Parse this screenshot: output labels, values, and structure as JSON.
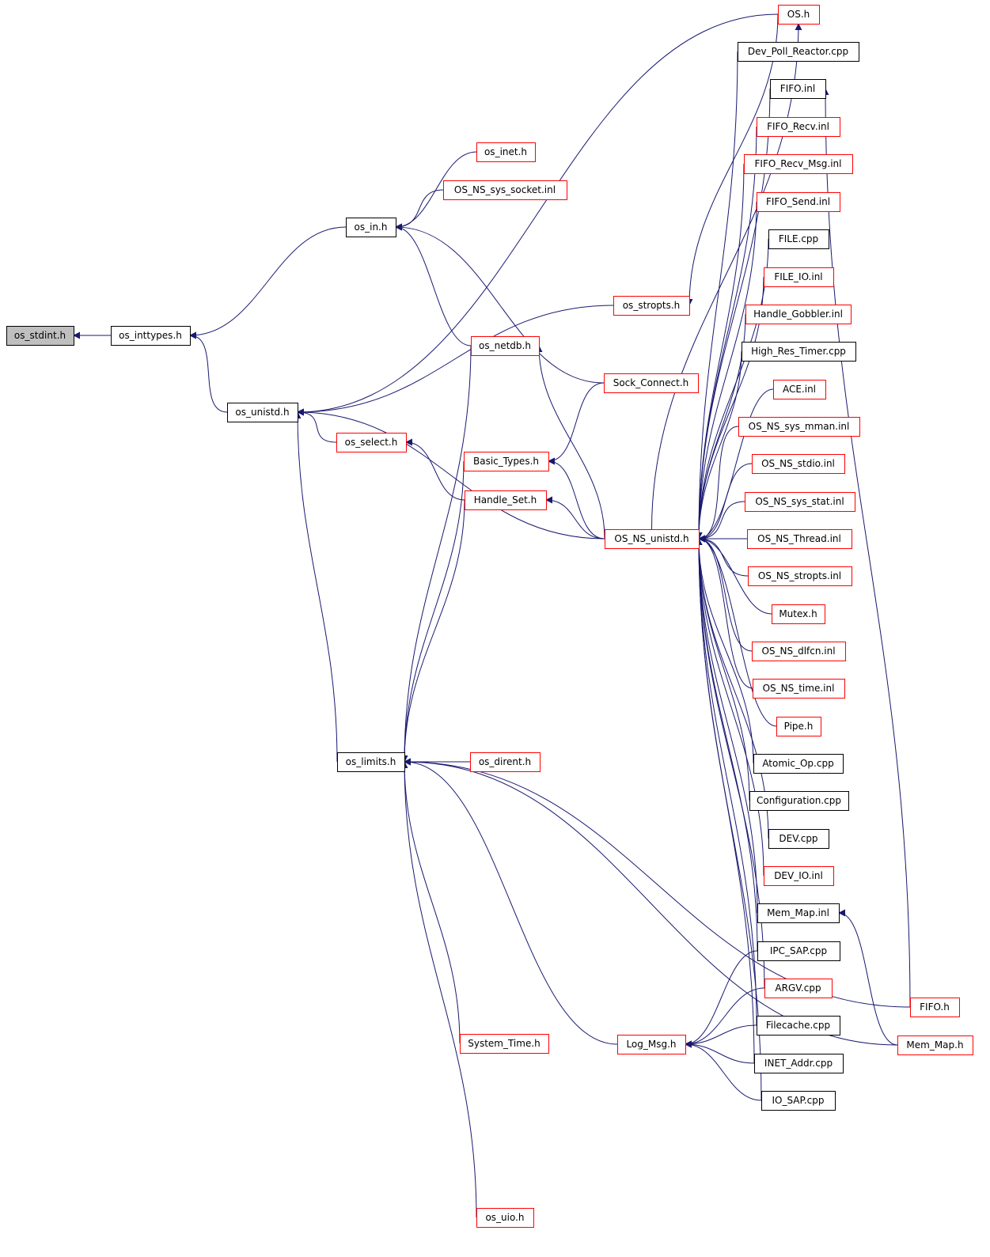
{
  "colors": {
    "edge": "#191970",
    "border_default": "#ff0000",
    "border_documented": "#000000",
    "root_fill": "#bfbfbf",
    "fill": "#ffffff"
  },
  "nodes": [
    {
      "id": "os_stdint_h",
      "label": "os_stdint.h",
      "style": "root"
    },
    {
      "id": "os_inttypes_h",
      "label": "os_inttypes.h",
      "style": "black"
    },
    {
      "id": "os_in_h",
      "label": "os_in.h",
      "style": "black"
    },
    {
      "id": "os_unistd_h",
      "label": "os_unistd.h",
      "style": "black"
    },
    {
      "id": "os_limits_h",
      "label": "os_limits.h",
      "style": "black"
    },
    {
      "id": "os_inet_h",
      "label": "os_inet.h",
      "style": "red"
    },
    {
      "id": "os_ns_sys_socket_inl",
      "label": "OS_NS_sys_socket.inl",
      "style": "red"
    },
    {
      "id": "os_netdb_h",
      "label": "os_netdb.h",
      "style": "red"
    },
    {
      "id": "os_select_h",
      "label": "os_select.h",
      "style": "red"
    },
    {
      "id": "basic_types_h",
      "label": "Basic_Types.h",
      "style": "red"
    },
    {
      "id": "handle_set_h",
      "label": "Handle_Set.h",
      "style": "red"
    },
    {
      "id": "os_dirent_h",
      "label": "os_dirent.h",
      "style": "red"
    },
    {
      "id": "system_time_h",
      "label": "System_Time.h",
      "style": "red"
    },
    {
      "id": "os_uio_h",
      "label": "os_uio.h",
      "style": "red"
    },
    {
      "id": "os_stropts_h",
      "label": "os_stropts.h",
      "style": "red"
    },
    {
      "id": "sock_connect_h",
      "label": "Sock_Connect.h",
      "style": "red"
    },
    {
      "id": "os_ns_unistd_h",
      "label": "OS_NS_unistd.h",
      "style": "red"
    },
    {
      "id": "log_msg_h",
      "label": "Log_Msg.h",
      "style": "red"
    },
    {
      "id": "os_h",
      "label": "OS.h",
      "style": "red"
    },
    {
      "id": "dev_poll_reactor_cpp",
      "label": "Dev_Poll_Reactor.cpp",
      "style": "black"
    },
    {
      "id": "fifo_inl",
      "label": "FIFO.inl",
      "style": "black"
    },
    {
      "id": "fifo_recv_inl",
      "label": "FIFO_Recv.inl",
      "style": "red"
    },
    {
      "id": "fifo_recv_msg_inl",
      "label": "FIFO_Recv_Msg.inl",
      "style": "red"
    },
    {
      "id": "fifo_send_inl",
      "label": "FIFO_Send.inl",
      "style": "red"
    },
    {
      "id": "file_cpp",
      "label": "FILE.cpp",
      "style": "black"
    },
    {
      "id": "file_io_inl",
      "label": "FILE_IO.inl",
      "style": "red"
    },
    {
      "id": "handle_gobbler_inl",
      "label": "Handle_Gobbler.inl",
      "style": "red"
    },
    {
      "id": "high_res_timer_cpp",
      "label": "High_Res_Timer.cpp",
      "style": "black"
    },
    {
      "id": "ace_inl",
      "label": "ACE.inl",
      "style": "red"
    },
    {
      "id": "os_ns_sys_mman_inl",
      "label": "OS_NS_sys_mman.inl",
      "style": "red"
    },
    {
      "id": "os_ns_stdio_inl",
      "label": "OS_NS_stdio.inl",
      "style": "red"
    },
    {
      "id": "os_ns_sys_stat_inl",
      "label": "OS_NS_sys_stat.inl",
      "style": "red"
    },
    {
      "id": "os_ns_thread_inl",
      "label": "OS_NS_Thread.inl",
      "style": "red"
    },
    {
      "id": "os_ns_stropts_inl",
      "label": "OS_NS_stropts.inl",
      "style": "red"
    },
    {
      "id": "mutex_h",
      "label": "Mutex.h",
      "style": "red"
    },
    {
      "id": "os_ns_dlfcn_inl",
      "label": "OS_NS_dlfcn.inl",
      "style": "red"
    },
    {
      "id": "os_ns_time_inl",
      "label": "OS_NS_time.inl",
      "style": "red"
    },
    {
      "id": "pipe_h",
      "label": "Pipe.h",
      "style": "red"
    },
    {
      "id": "atomic_op_cpp",
      "label": "Atomic_Op.cpp",
      "style": "black"
    },
    {
      "id": "configuration_cpp",
      "label": "Configuration.cpp",
      "style": "black"
    },
    {
      "id": "dev_cpp",
      "label": "DEV.cpp",
      "style": "black"
    },
    {
      "id": "dev_io_inl",
      "label": "DEV_IO.inl",
      "style": "red"
    },
    {
      "id": "mem_map_inl",
      "label": "Mem_Map.inl",
      "style": "black"
    },
    {
      "id": "ipc_sap_cpp",
      "label": "IPC_SAP.cpp",
      "style": "black"
    },
    {
      "id": "argv_cpp",
      "label": "ARGV.cpp",
      "style": "red"
    },
    {
      "id": "filecache_cpp",
      "label": "Filecache.cpp",
      "style": "black"
    },
    {
      "id": "inet_addr_cpp",
      "label": "INET_Addr.cpp",
      "style": "black"
    },
    {
      "id": "io_sap_cpp",
      "label": "IO_SAP.cpp",
      "style": "black"
    },
    {
      "id": "fifo_h",
      "label": "FIFO.h",
      "style": "red"
    },
    {
      "id": "mem_map_h",
      "label": "Mem_Map.h",
      "style": "red"
    }
  ],
  "edges": [
    [
      "os_inttypes_h",
      "os_stdint_h"
    ],
    [
      "os_in_h",
      "os_inttypes_h"
    ],
    [
      "os_unistd_h",
      "os_inttypes_h"
    ],
    [
      "os_inet_h",
      "os_in_h"
    ],
    [
      "os_ns_sys_socket_inl",
      "os_in_h"
    ],
    [
      "os_netdb_h",
      "os_in_h"
    ],
    [
      "sock_connect_h",
      "os_in_h"
    ],
    [
      "os_h",
      "os_unistd_h"
    ],
    [
      "os_stropts_h",
      "os_unistd_h"
    ],
    [
      "os_select_h",
      "os_unistd_h"
    ],
    [
      "os_limits_h",
      "os_unistd_h"
    ],
    [
      "os_ns_unistd_h",
      "os_unistd_h"
    ],
    [
      "handle_set_h",
      "os_select_h"
    ],
    [
      "os_netdb_h",
      "os_limits_h"
    ],
    [
      "basic_types_h",
      "os_limits_h"
    ],
    [
      "handle_set_h",
      "os_limits_h"
    ],
    [
      "os_dirent_h",
      "os_limits_h"
    ],
    [
      "system_time_h",
      "os_limits_h"
    ],
    [
      "log_msg_h",
      "os_limits_h"
    ],
    [
      "os_uio_h",
      "os_limits_h"
    ],
    [
      "fifo_h",
      "os_limits_h"
    ],
    [
      "mem_map_h",
      "os_limits_h"
    ],
    [
      "os_h",
      "os_stropts_h"
    ],
    [
      "os_ns_unistd_h",
      "os_h"
    ],
    [
      "sock_connect_h",
      "basic_types_h"
    ],
    [
      "os_ns_unistd_h",
      "basic_types_h"
    ],
    [
      "os_ns_unistd_h",
      "handle_set_h"
    ],
    [
      "os_ns_unistd_h",
      "os_netdb_h"
    ],
    [
      "dev_poll_reactor_cpp",
      "os_ns_unistd_h"
    ],
    [
      "fifo_inl",
      "os_ns_unistd_h"
    ],
    [
      "fifo_recv_inl",
      "os_ns_unistd_h"
    ],
    [
      "fifo_recv_msg_inl",
      "os_ns_unistd_h"
    ],
    [
      "fifo_send_inl",
      "os_ns_unistd_h"
    ],
    [
      "file_cpp",
      "os_ns_unistd_h"
    ],
    [
      "file_io_inl",
      "os_ns_unistd_h"
    ],
    [
      "handle_gobbler_inl",
      "os_ns_unistd_h"
    ],
    [
      "high_res_timer_cpp",
      "os_ns_unistd_h"
    ],
    [
      "ace_inl",
      "os_ns_unistd_h"
    ],
    [
      "os_ns_sys_mman_inl",
      "os_ns_unistd_h"
    ],
    [
      "os_ns_stdio_inl",
      "os_ns_unistd_h"
    ],
    [
      "os_ns_sys_stat_inl",
      "os_ns_unistd_h"
    ],
    [
      "os_ns_thread_inl",
      "os_ns_unistd_h"
    ],
    [
      "os_ns_stropts_inl",
      "os_ns_unistd_h"
    ],
    [
      "mutex_h",
      "os_ns_unistd_h"
    ],
    [
      "os_ns_dlfcn_inl",
      "os_ns_unistd_h"
    ],
    [
      "os_ns_time_inl",
      "os_ns_unistd_h"
    ],
    [
      "pipe_h",
      "os_ns_unistd_h"
    ],
    [
      "atomic_op_cpp",
      "os_ns_unistd_h"
    ],
    [
      "configuration_cpp",
      "os_ns_unistd_h"
    ],
    [
      "dev_cpp",
      "os_ns_unistd_h"
    ],
    [
      "dev_io_inl",
      "os_ns_unistd_h"
    ],
    [
      "mem_map_inl",
      "os_ns_unistd_h"
    ],
    [
      "ipc_sap_cpp",
      "os_ns_unistd_h"
    ],
    [
      "argv_cpp",
      "os_ns_unistd_h"
    ],
    [
      "filecache_cpp",
      "os_ns_unistd_h"
    ],
    [
      "inet_addr_cpp",
      "os_ns_unistd_h"
    ],
    [
      "io_sap_cpp",
      "os_ns_unistd_h"
    ],
    [
      "ipc_sap_cpp",
      "log_msg_h"
    ],
    [
      "argv_cpp",
      "log_msg_h"
    ],
    [
      "filecache_cpp",
      "log_msg_h"
    ],
    [
      "inet_addr_cpp",
      "log_msg_h"
    ],
    [
      "io_sap_cpp",
      "log_msg_h"
    ],
    [
      "fifo_h",
      "fifo_inl"
    ],
    [
      "mem_map_h",
      "mem_map_inl"
    ]
  ]
}
